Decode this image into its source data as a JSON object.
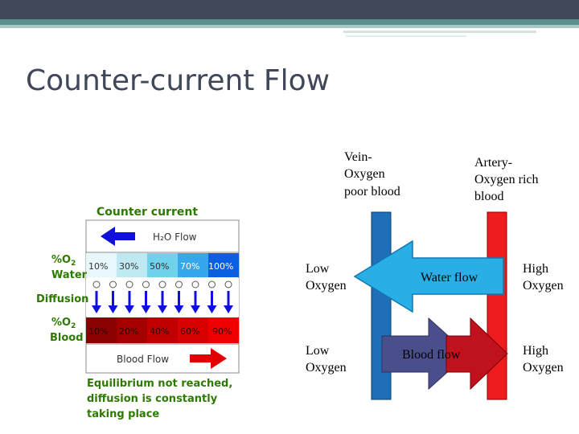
{
  "slide": {
    "title": "Counter-current Flow"
  },
  "left_figure": {
    "heading": "Counter current",
    "h2o_flow_label": "H₂O Flow",
    "row_labels": {
      "water_o2": "%O₂\nWater",
      "diffusion": "Diffusion",
      "blood_o2": "%O₂\nBlood"
    },
    "water_percents": [
      "10%",
      "30%",
      "50%",
      "70%",
      "100%"
    ],
    "blood_percents": [
      "10%",
      "20%",
      "40%",
      "60%",
      "90%"
    ],
    "blood_flow_label": "Blood Flow",
    "caption": [
      "Equilibrium not reached,",
      "diffusion is constantly",
      "taking place"
    ],
    "colors": {
      "heading_green": "#2c7a00",
      "water_gradient": [
        "#e8f7fb",
        "#bfe9f2",
        "#6fd1ea",
        "#35a7ea",
        "#0b5fe0"
      ],
      "blood_gradient": [
        "#8b0000",
        "#a50000",
        "#c00000",
        "#d90000",
        "#f00000"
      ],
      "arrow_blue": "#1010dd",
      "arrow_red": "#e00000"
    }
  },
  "right_diagram": {
    "vein_label": [
      "Vein-",
      "Oxygen",
      "poor blood"
    ],
    "artery_label": [
      "Artery-",
      "Oxygen rich",
      "blood"
    ],
    "low_oxygen_top": [
      "Low",
      "Oxygen"
    ],
    "low_oxygen_bottom": [
      "Low",
      "Oxygen"
    ],
    "high_oxygen_top": [
      "High",
      "Oxygen"
    ],
    "high_oxygen_bottom": [
      "High",
      "Oxygen"
    ],
    "water_flow_label": "Water flow",
    "blood_flow_label": "Blood flow",
    "colors": {
      "vein": "#1f6fb8",
      "artery": "#ee1c1c",
      "water_arrow": "#29aee6",
      "blood_arrow_back": "#4a4f8c",
      "blood_arrow_front": "#c0121c"
    }
  }
}
